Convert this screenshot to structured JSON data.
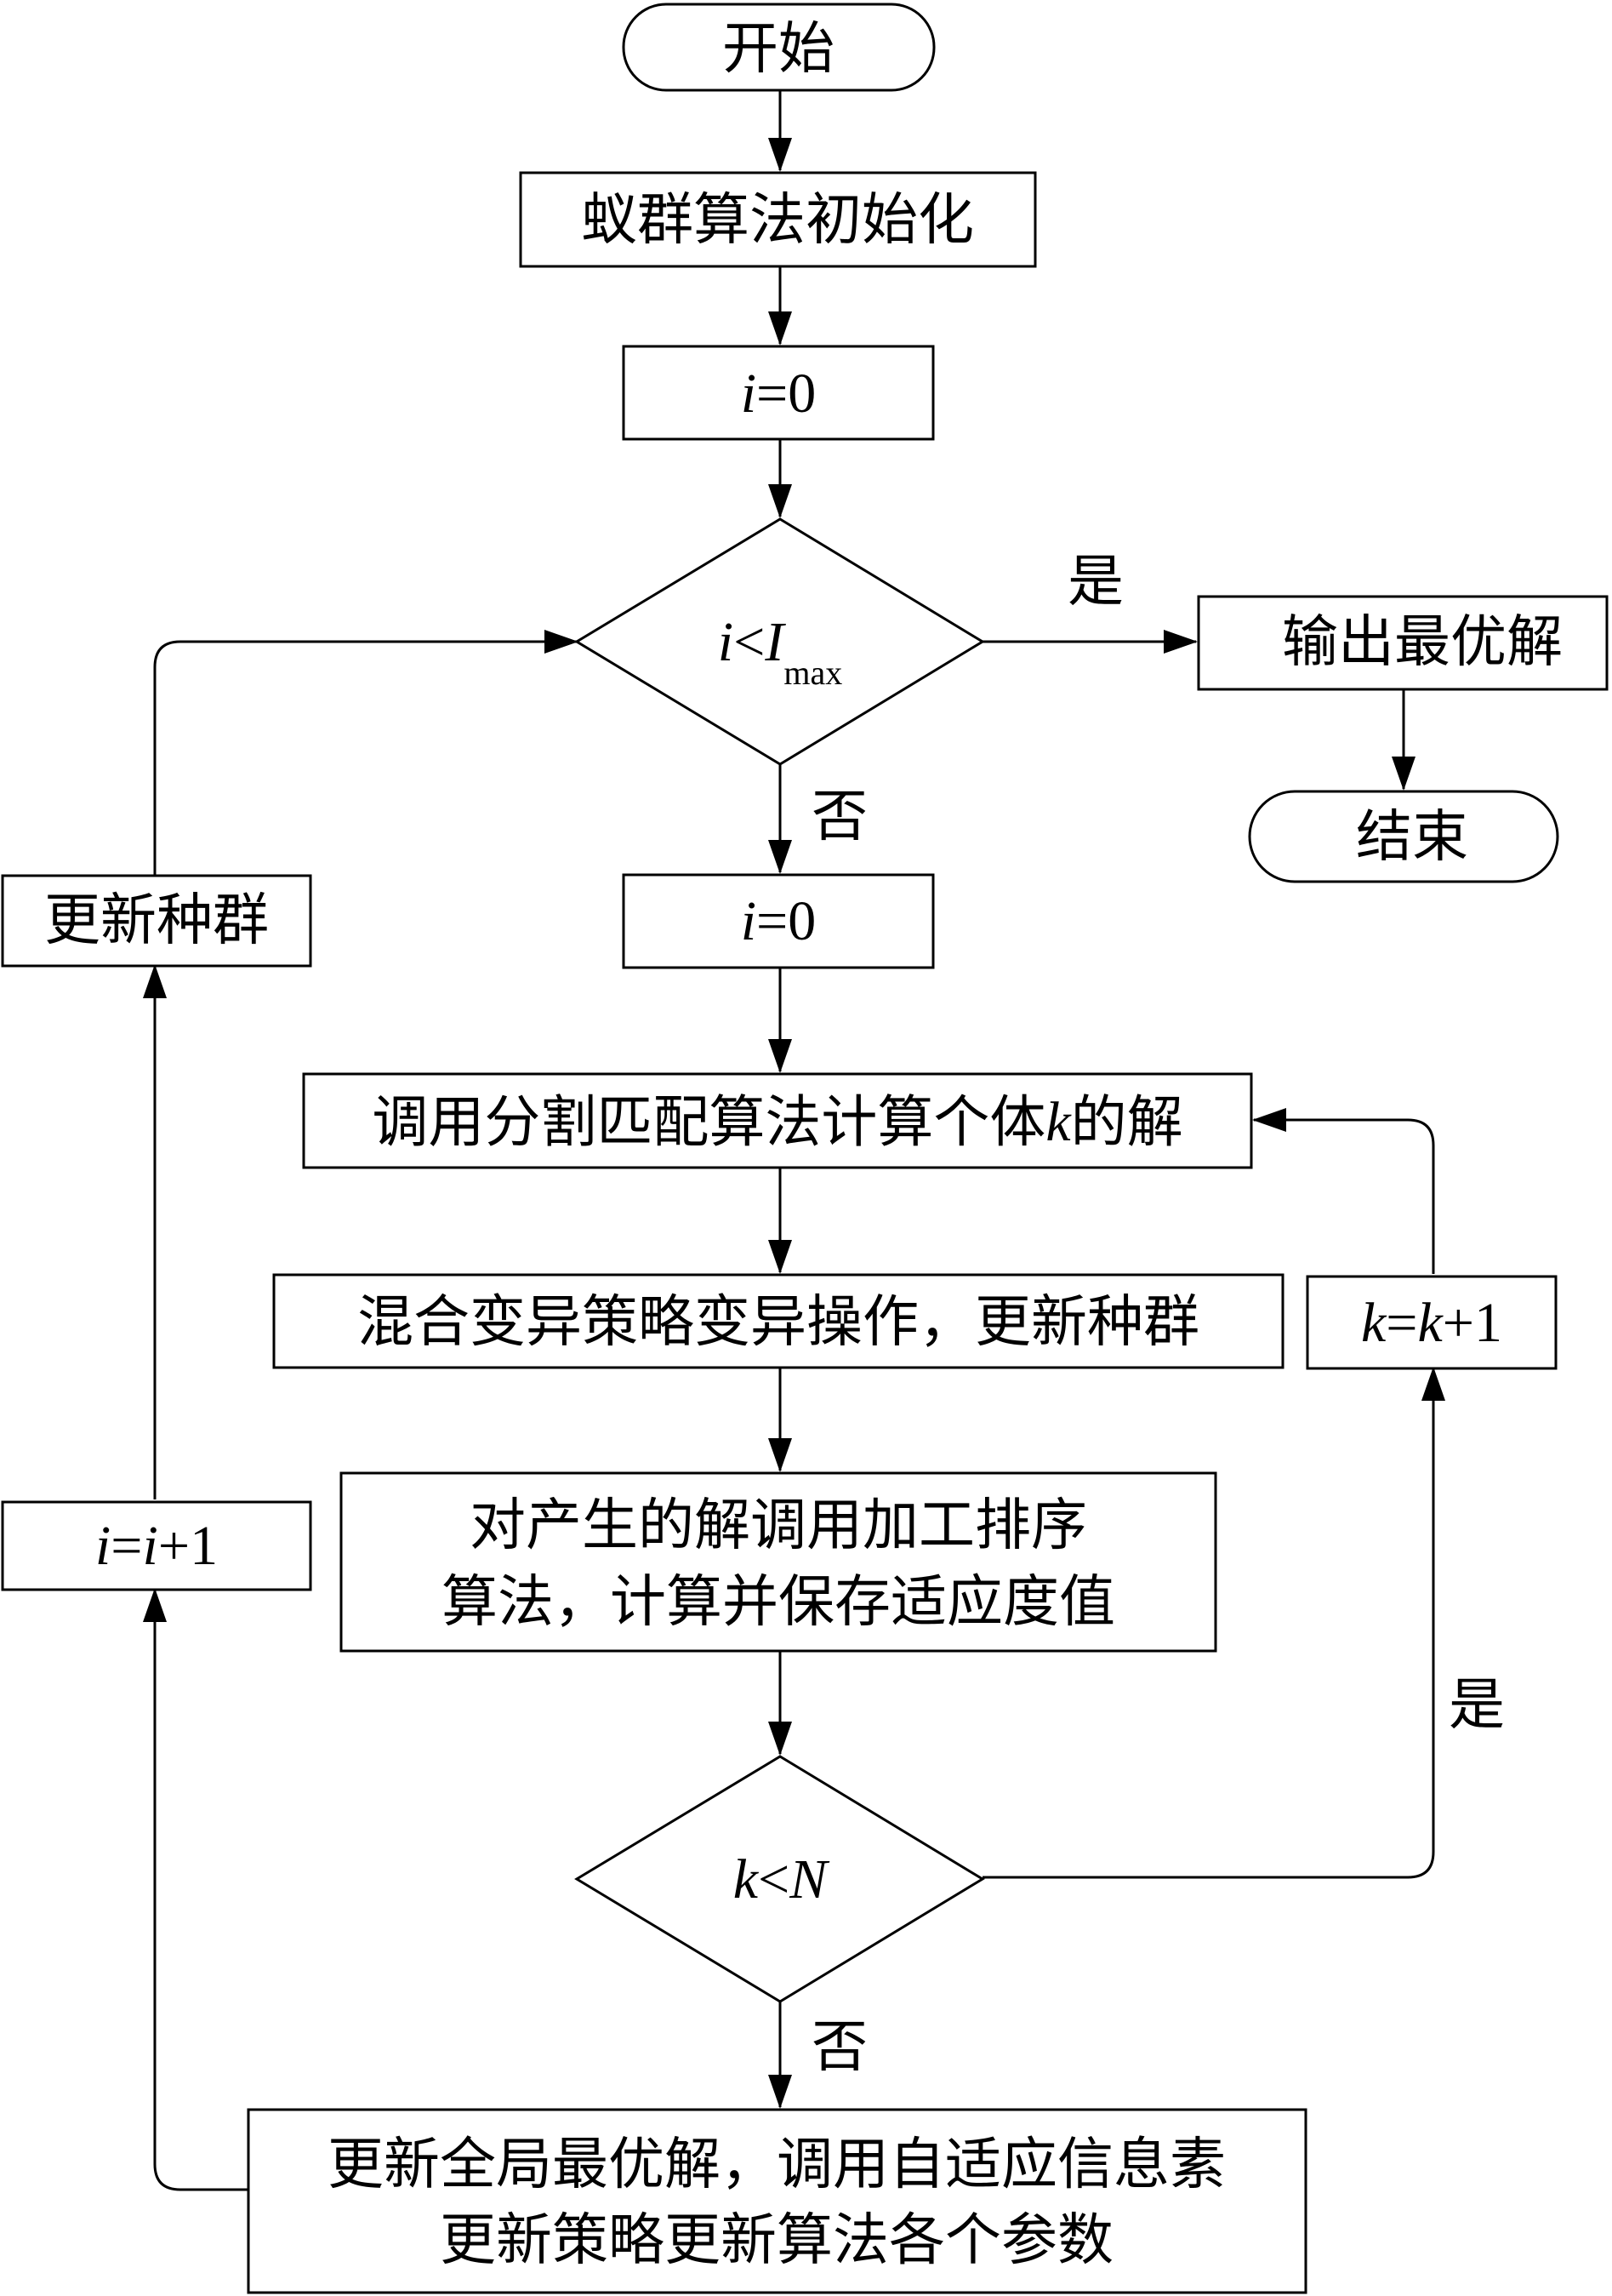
{
  "nodes": {
    "start": "开始",
    "init": "蚁群算法初始化",
    "i0_top": {
      "var": "i",
      "rest": "=0"
    },
    "cond_i": {
      "var": "i",
      "op": "<",
      "var2": "I",
      "sub": "max"
    },
    "output": "输出最优解",
    "end": "结束",
    "i0_mid": {
      "var": "i",
      "rest": "=0"
    },
    "update_pop_left": "更新种群",
    "call_split": {
      "pre": "调用分割匹配算法计算个体",
      "var": "k",
      "post": "的解"
    },
    "mutation": "混合变异策略变异操作，更新种群",
    "k_inc": {
      "var": "k",
      "eq": "=",
      "var2": "k",
      "rest": "+1"
    },
    "call_sort": {
      "line1": "对产生的解调用加工排序",
      "line2": "算法，计算并保存适应度值"
    },
    "i_inc": {
      "var": "i",
      "eq": "=",
      "var2": "i",
      "rest": "+1"
    },
    "cond_k": {
      "var": "k",
      "op": "<",
      "var2": "N"
    },
    "update_global": {
      "line1": "更新全局最优解，调用自适应信息素",
      "line2": "更新策略更新算法各个参数"
    }
  },
  "edge_labels": {
    "yes_top": "是",
    "no_top": "否",
    "yes_right": "是",
    "no_bottom": "否"
  }
}
